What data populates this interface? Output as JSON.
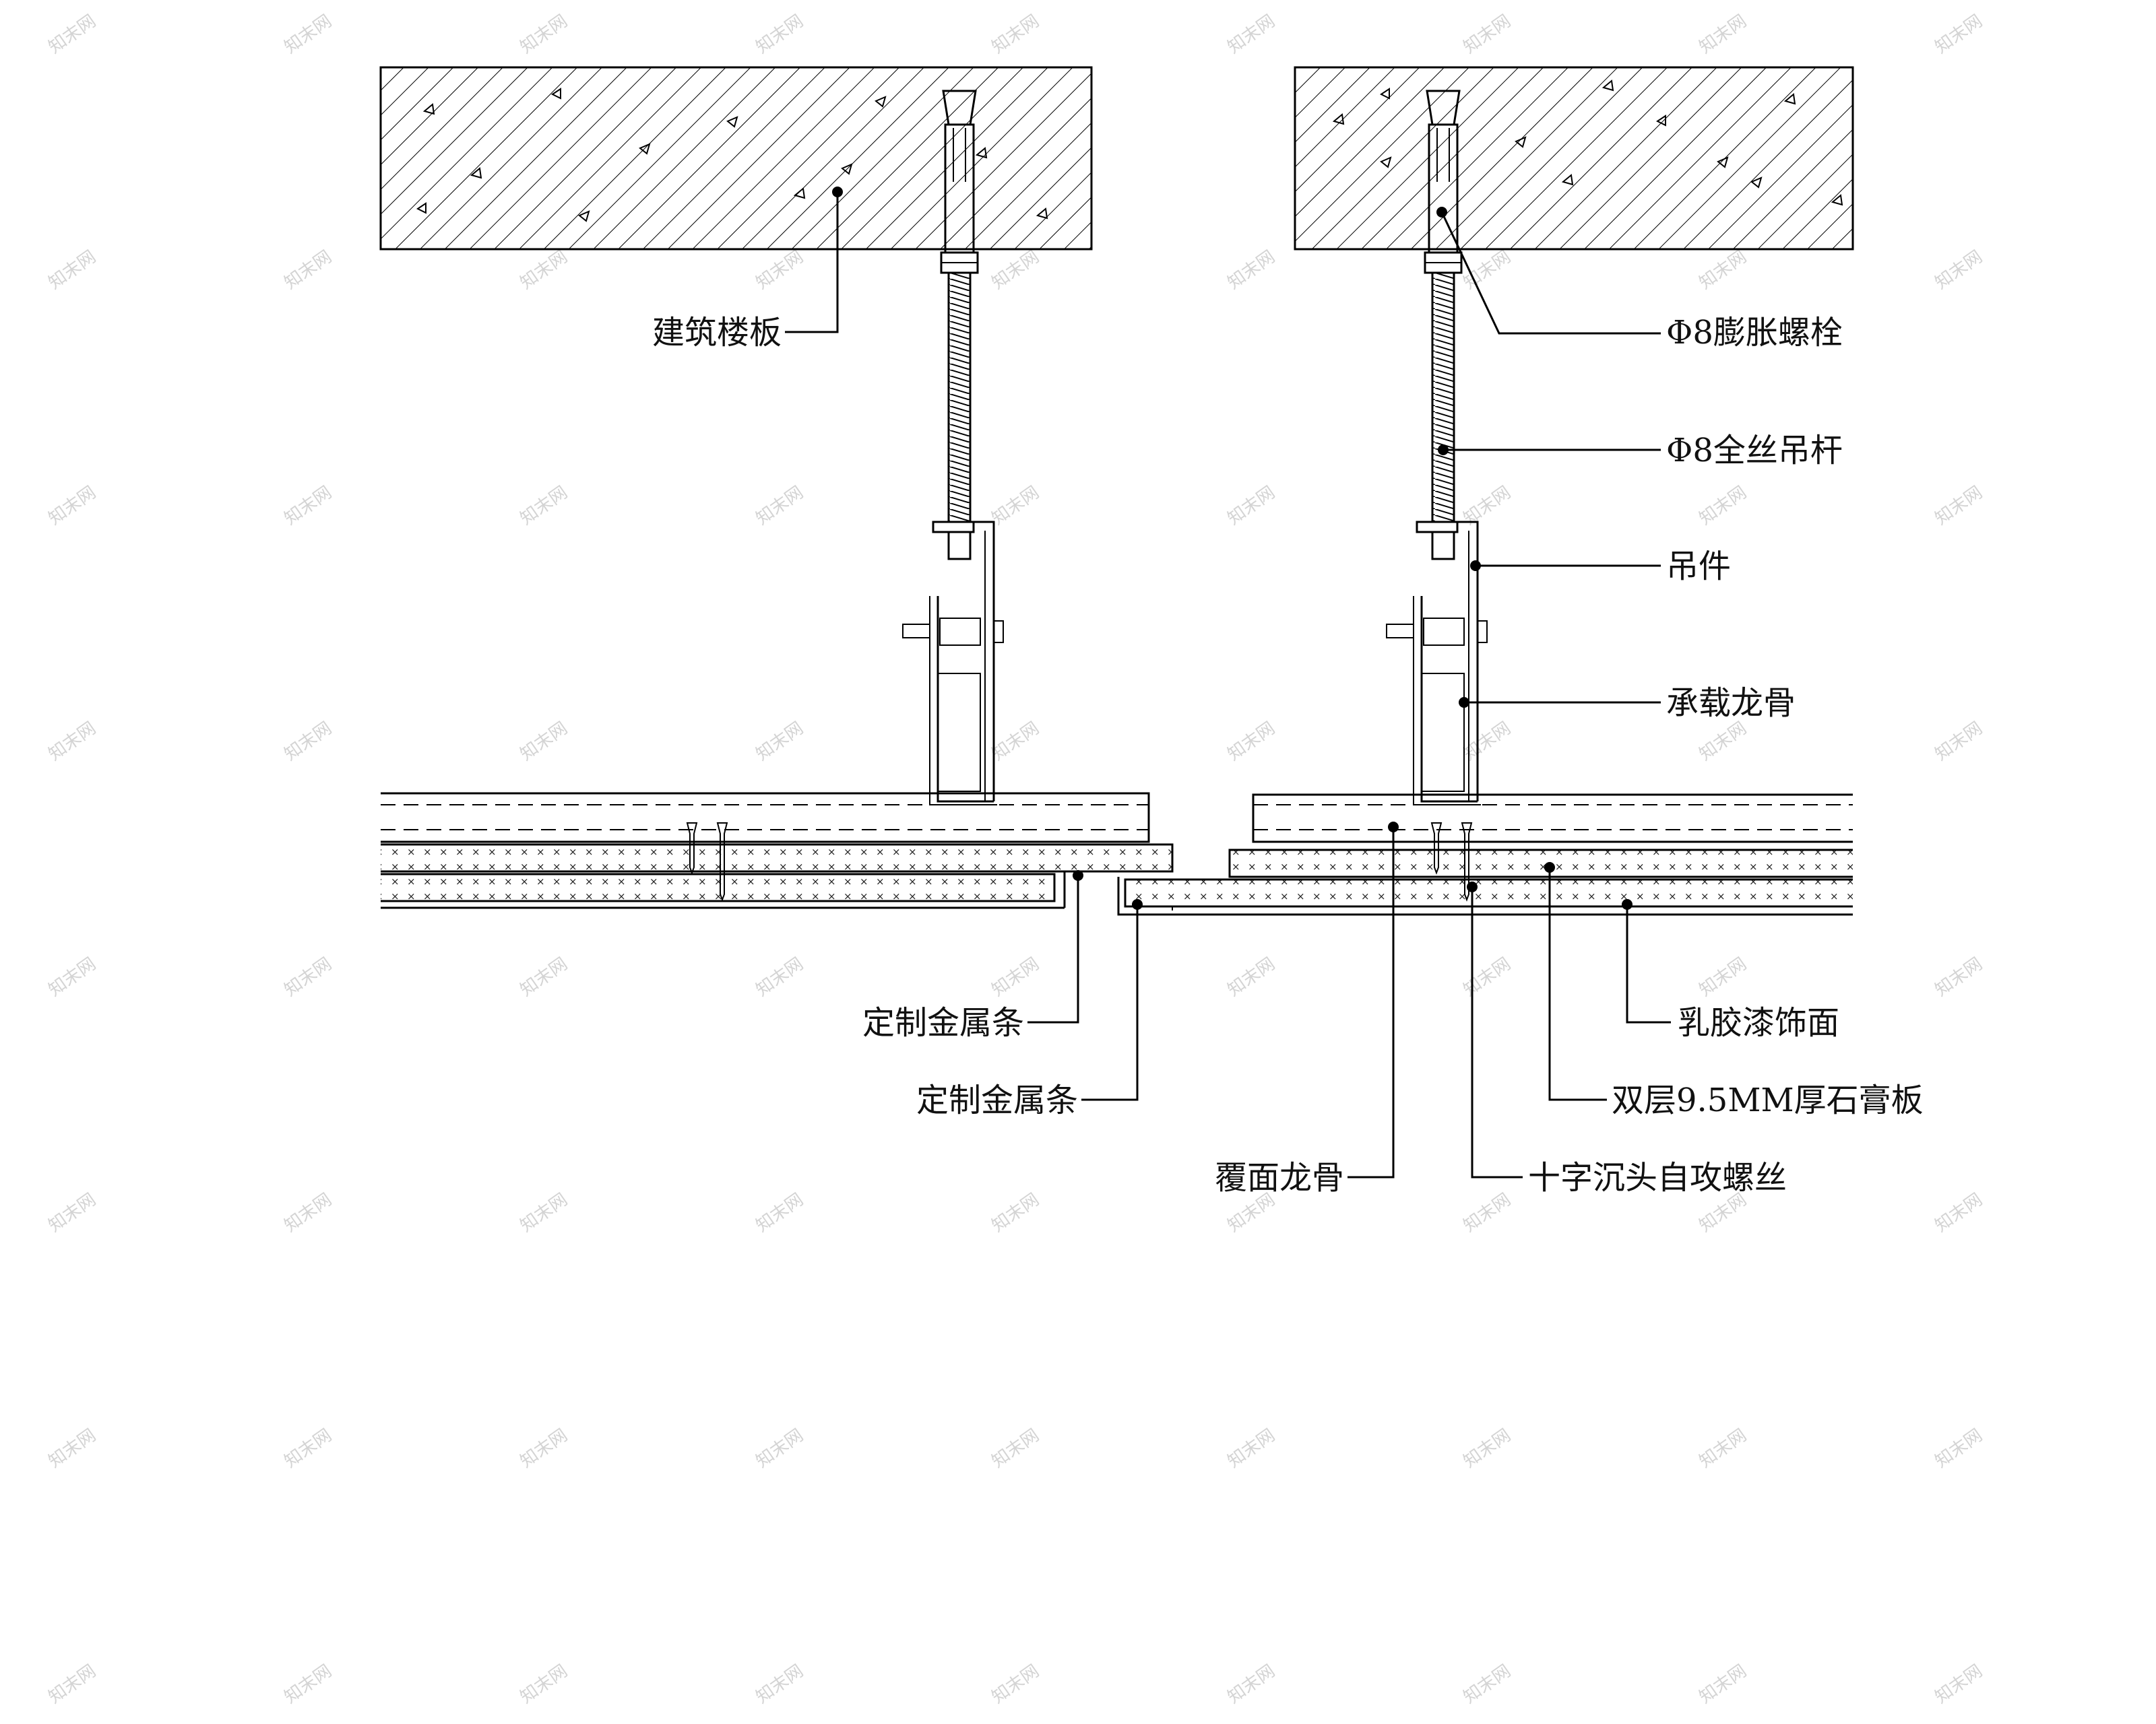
{
  "labels": {
    "slab": "建筑楼板",
    "expansion_bolt": "Φ8膨胀螺栓",
    "threaded_rod": "Φ8全丝吊杆",
    "hanger": "吊件",
    "main_keel": "承载龙骨",
    "metal_strip_1": "定制金属条",
    "metal_strip_2": "定制金属条",
    "latex_paint": "乳胶漆饰面",
    "gypsum_board": "双层9.5MM厚石膏板",
    "cover_keel": "覆面龙骨",
    "screw": "十字沉头自攻螺丝"
  },
  "watermark": "知末网",
  "colors": {
    "line": "#000000",
    "watermark": "#d4d4d4",
    "background": "#ffffff"
  }
}
